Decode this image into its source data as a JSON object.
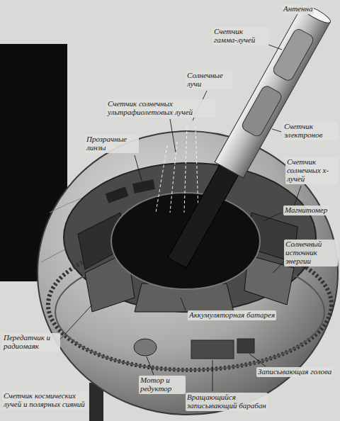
{
  "diagram": {
    "labels": [
      "Антенна",
      "Счетчик гамма-лучей",
      "Солнечные лучи",
      "Счетчик солнечных ультрафиолетовых лучей",
      "Прозрачные линзы",
      "Счетчик электронов",
      "Счетчик солнечных х-лучей",
      "Магнитомер",
      "Солнечный источник энергии",
      "Аккумуляторная батарея",
      "Передатчик и радиомаяк",
      "Счетчик космических лучей и полярных сияний",
      "Мотор и редуктор",
      "Вращающийся записывающий барабан",
      "Записывающая голова"
    ]
  }
}
